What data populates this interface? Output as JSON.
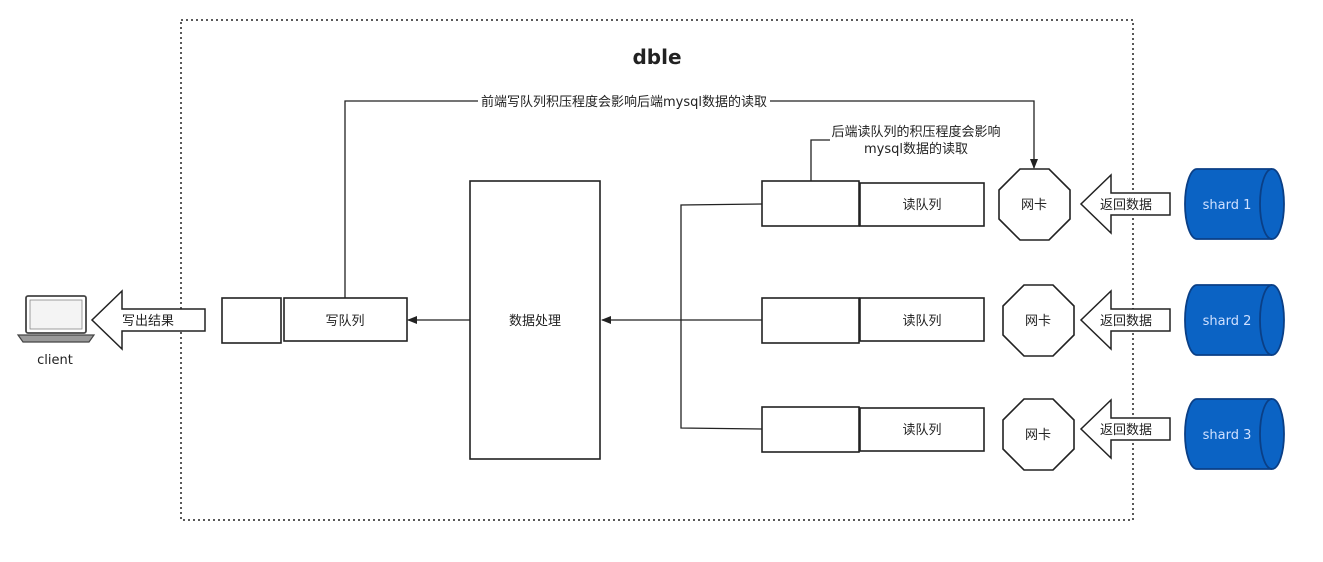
{
  "diagram": {
    "title": "dble",
    "client_label": "client",
    "write_result_label": "写出结果",
    "write_queue_label": "写队列",
    "processing_label": "数据处理",
    "front_note": "前端写队列积压程度会影响后端mysql数据的读取",
    "back_note_line1": "后端读队列的积压程度会影响",
    "back_note_line2": "mysql数据的读取",
    "rows": [
      {
        "read_queue": "读队列",
        "nic": "网卡",
        "return_label": "返回数据",
        "shard": "shard 1"
      },
      {
        "read_queue": "读队列",
        "nic": "网卡",
        "return_label": "返回数据",
        "shard": "shard 2"
      },
      {
        "read_queue": "读队列",
        "nic": "网卡",
        "return_label": "返回数据",
        "shard": "shard 3"
      }
    ],
    "colors": {
      "shard_fill": "#0b63c4",
      "shard_stroke": "#0a3f86",
      "line": "#222222"
    }
  }
}
